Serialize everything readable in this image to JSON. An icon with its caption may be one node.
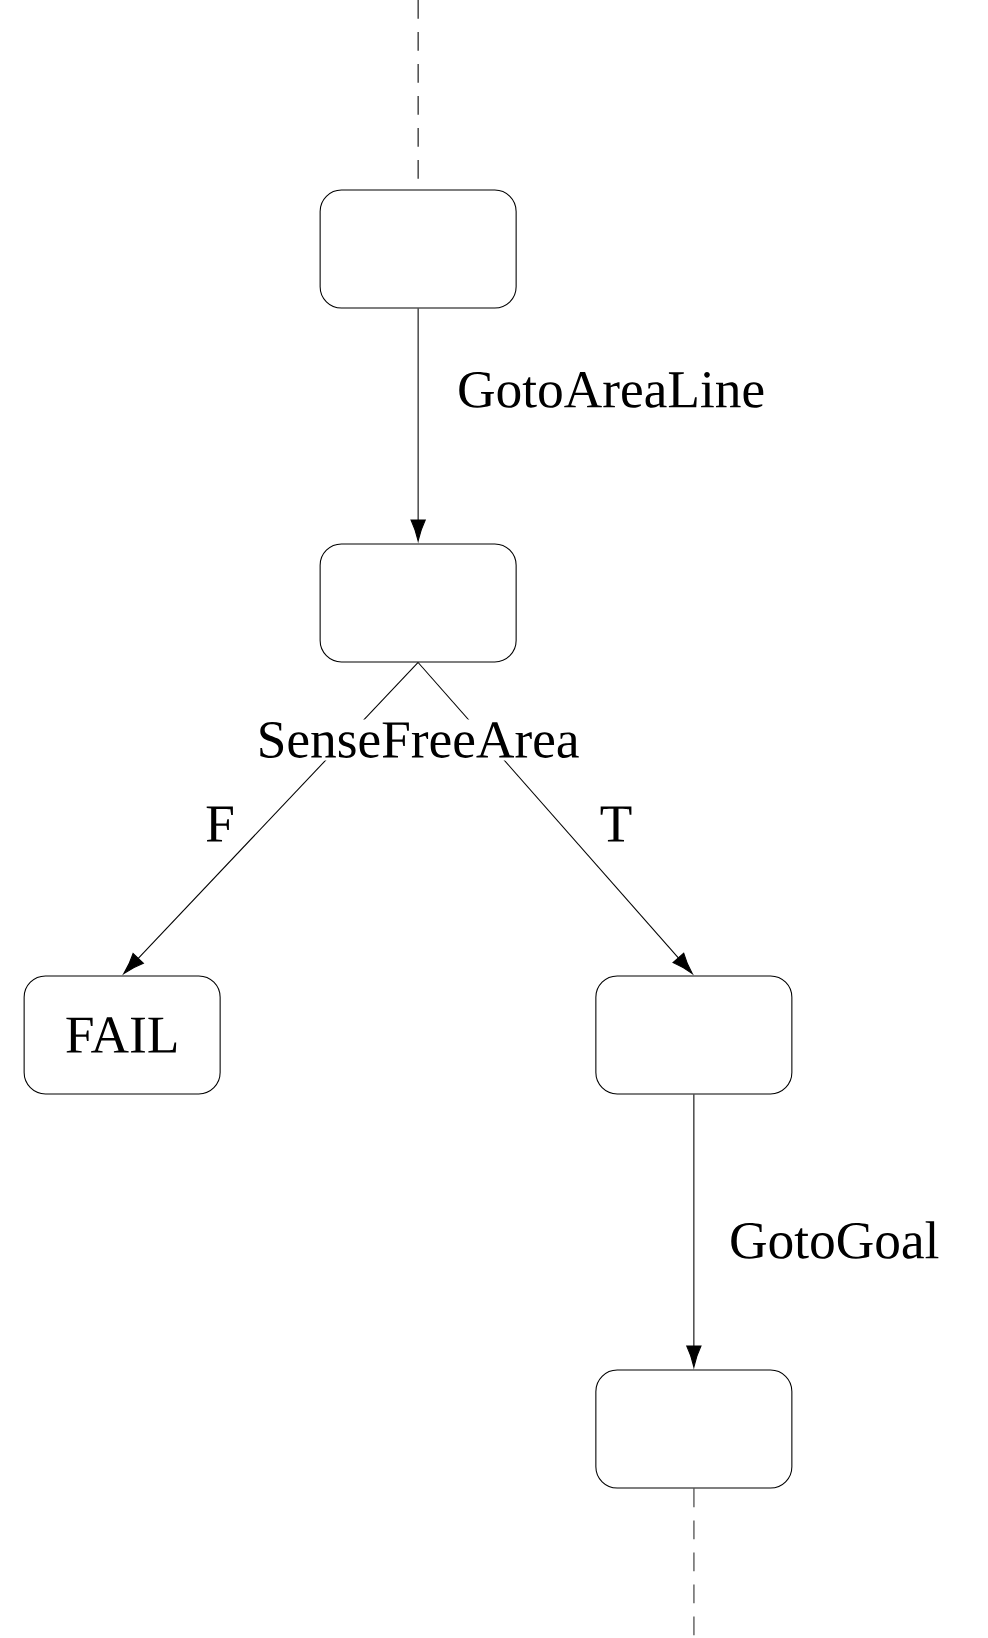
{
  "diagram": {
    "nodes": [
      {
        "text": [],
        "shape": "box"
      },
      {
        "text": [],
        "shape": "box",
        "beside": [
          "SenseFreeArea"
        ]
      },
      {
        "text": [
          "FAIL"
        ]
      },
      {
        "text": [],
        "shape": "box"
      },
      {
        "text": [],
        "shape": "box"
      }
    ],
    "edges": [
      {
        "from": null,
        "to": 0,
        "arrow": "none",
        "style": "dashed"
      },
      {
        "from": 0,
        "to": 1,
        "arrow": "to",
        "label": "GotoAreaLine"
      },
      {
        "from": 1,
        "to": 2,
        "arrow": "to",
        "label": "F"
      },
      {
        "from": 1,
        "to": 3,
        "arrow": "to",
        "label": "T"
      },
      {
        "from": 3,
        "to": 4,
        "arrow": "to",
        "label": "GotoGoal"
      },
      {
        "from": 4,
        "to": null,
        "arrow": "none",
        "style": "dashed"
      }
    ]
  }
}
